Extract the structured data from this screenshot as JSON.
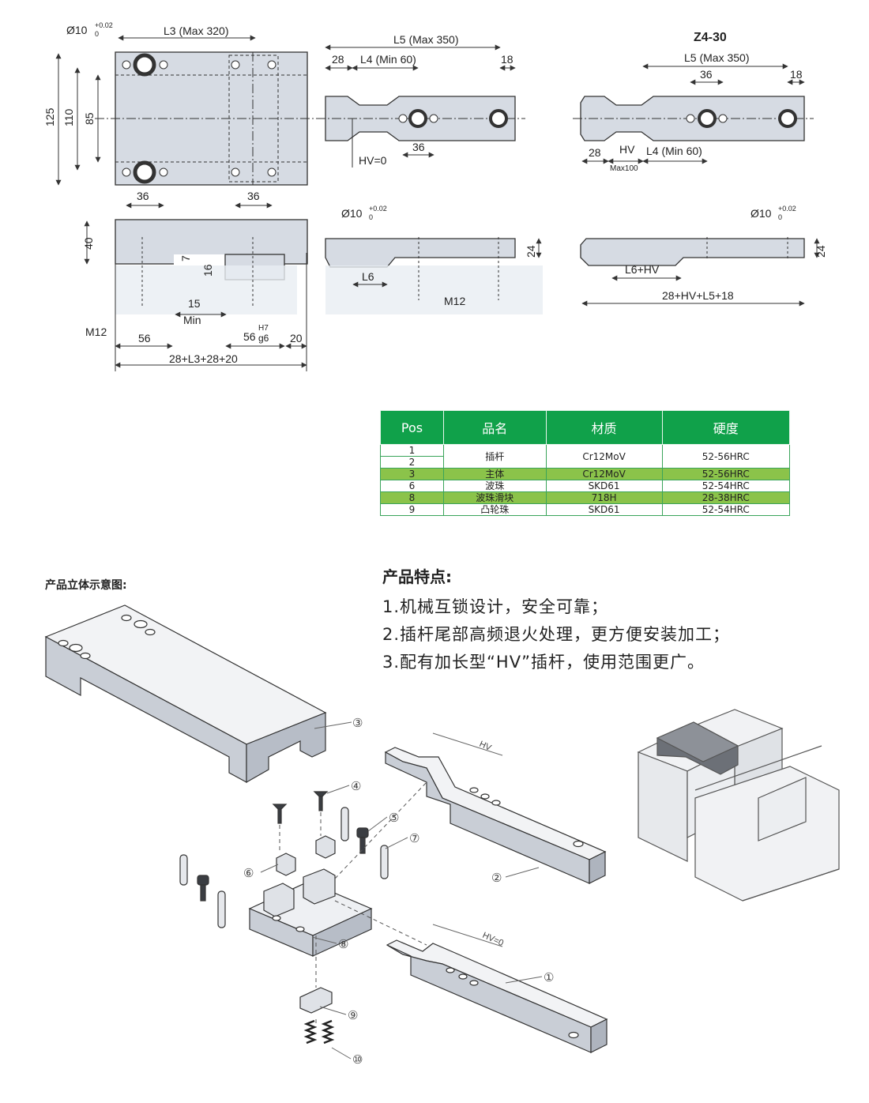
{
  "drawing": {
    "model_code": "Z4-30",
    "dims": {
      "d10": "Ø10",
      "tol_up": "+0.02",
      "tol_low": "0",
      "l3": "L3 (Max 320)",
      "l5_mid": "L5 (Max 350)",
      "l4_mid": "L4 (Min 60)",
      "d28": "28",
      "d18": "18",
      "d125": "125",
      "d110": "110",
      "d85": "85",
      "d36": "36",
      "hv0": "HV=0",
      "l5_right": "L5 (Max 350)",
      "hv": "HV",
      "l4_right": "L4 (Min 60)",
      "max100": "Max100",
      "d40": "40",
      "d7": "7",
      "d16": "16",
      "d15": "15",
      "min": "Min",
      "m12": "M12",
      "d56": "56",
      "fit": "56",
      "h7": "H7",
      "g6": "g6",
      "d20": "20",
      "total_left": "28+L3+28+20",
      "l6": "L6",
      "d24": "24",
      "l6hv": "L6+HV",
      "total_right": "28+HV+L5+18"
    }
  },
  "table": {
    "headers": [
      "Pos",
      "品名",
      "材质",
      "硬度"
    ],
    "rows": [
      {
        "pos": [
          "1",
          "2"
        ],
        "name": "插杆",
        "material": "Cr12MoV",
        "hardness": "52-56HRC"
      },
      {
        "pos": [
          "3"
        ],
        "name": "主体",
        "material": "Cr12MoV",
        "hardness": "52-56HRC"
      },
      {
        "pos": [
          "6"
        ],
        "name": "波珠",
        "material": "SKD61",
        "hardness": "52-54HRC"
      },
      {
        "pos": [
          "8"
        ],
        "name": "波珠滑块",
        "material": "718H",
        "hardness": "28-38HRC"
      },
      {
        "pos": [
          "9"
        ],
        "name": "凸轮珠",
        "material": "SKD61",
        "hardness": "52-54HRC"
      }
    ],
    "highlight_color": "#8bc34a",
    "header_color": "#10a14a"
  },
  "iso_label": "产品立体示意图:",
  "features": {
    "title": "产品特点:",
    "items": [
      "1.机械互锁设计，安全可靠；",
      "2.插杆尾部高频退火处理，更方便安装加工；",
      "3.配有加长型“HV”插杆，使用范围更广。"
    ]
  },
  "iso": {
    "callouts": [
      "③",
      "④",
      "⑤",
      "⑦",
      "⑥",
      "⑧",
      "②",
      "①",
      "⑨",
      "⑩"
    ],
    "hv": "HV",
    "hv0": "HV=0"
  }
}
